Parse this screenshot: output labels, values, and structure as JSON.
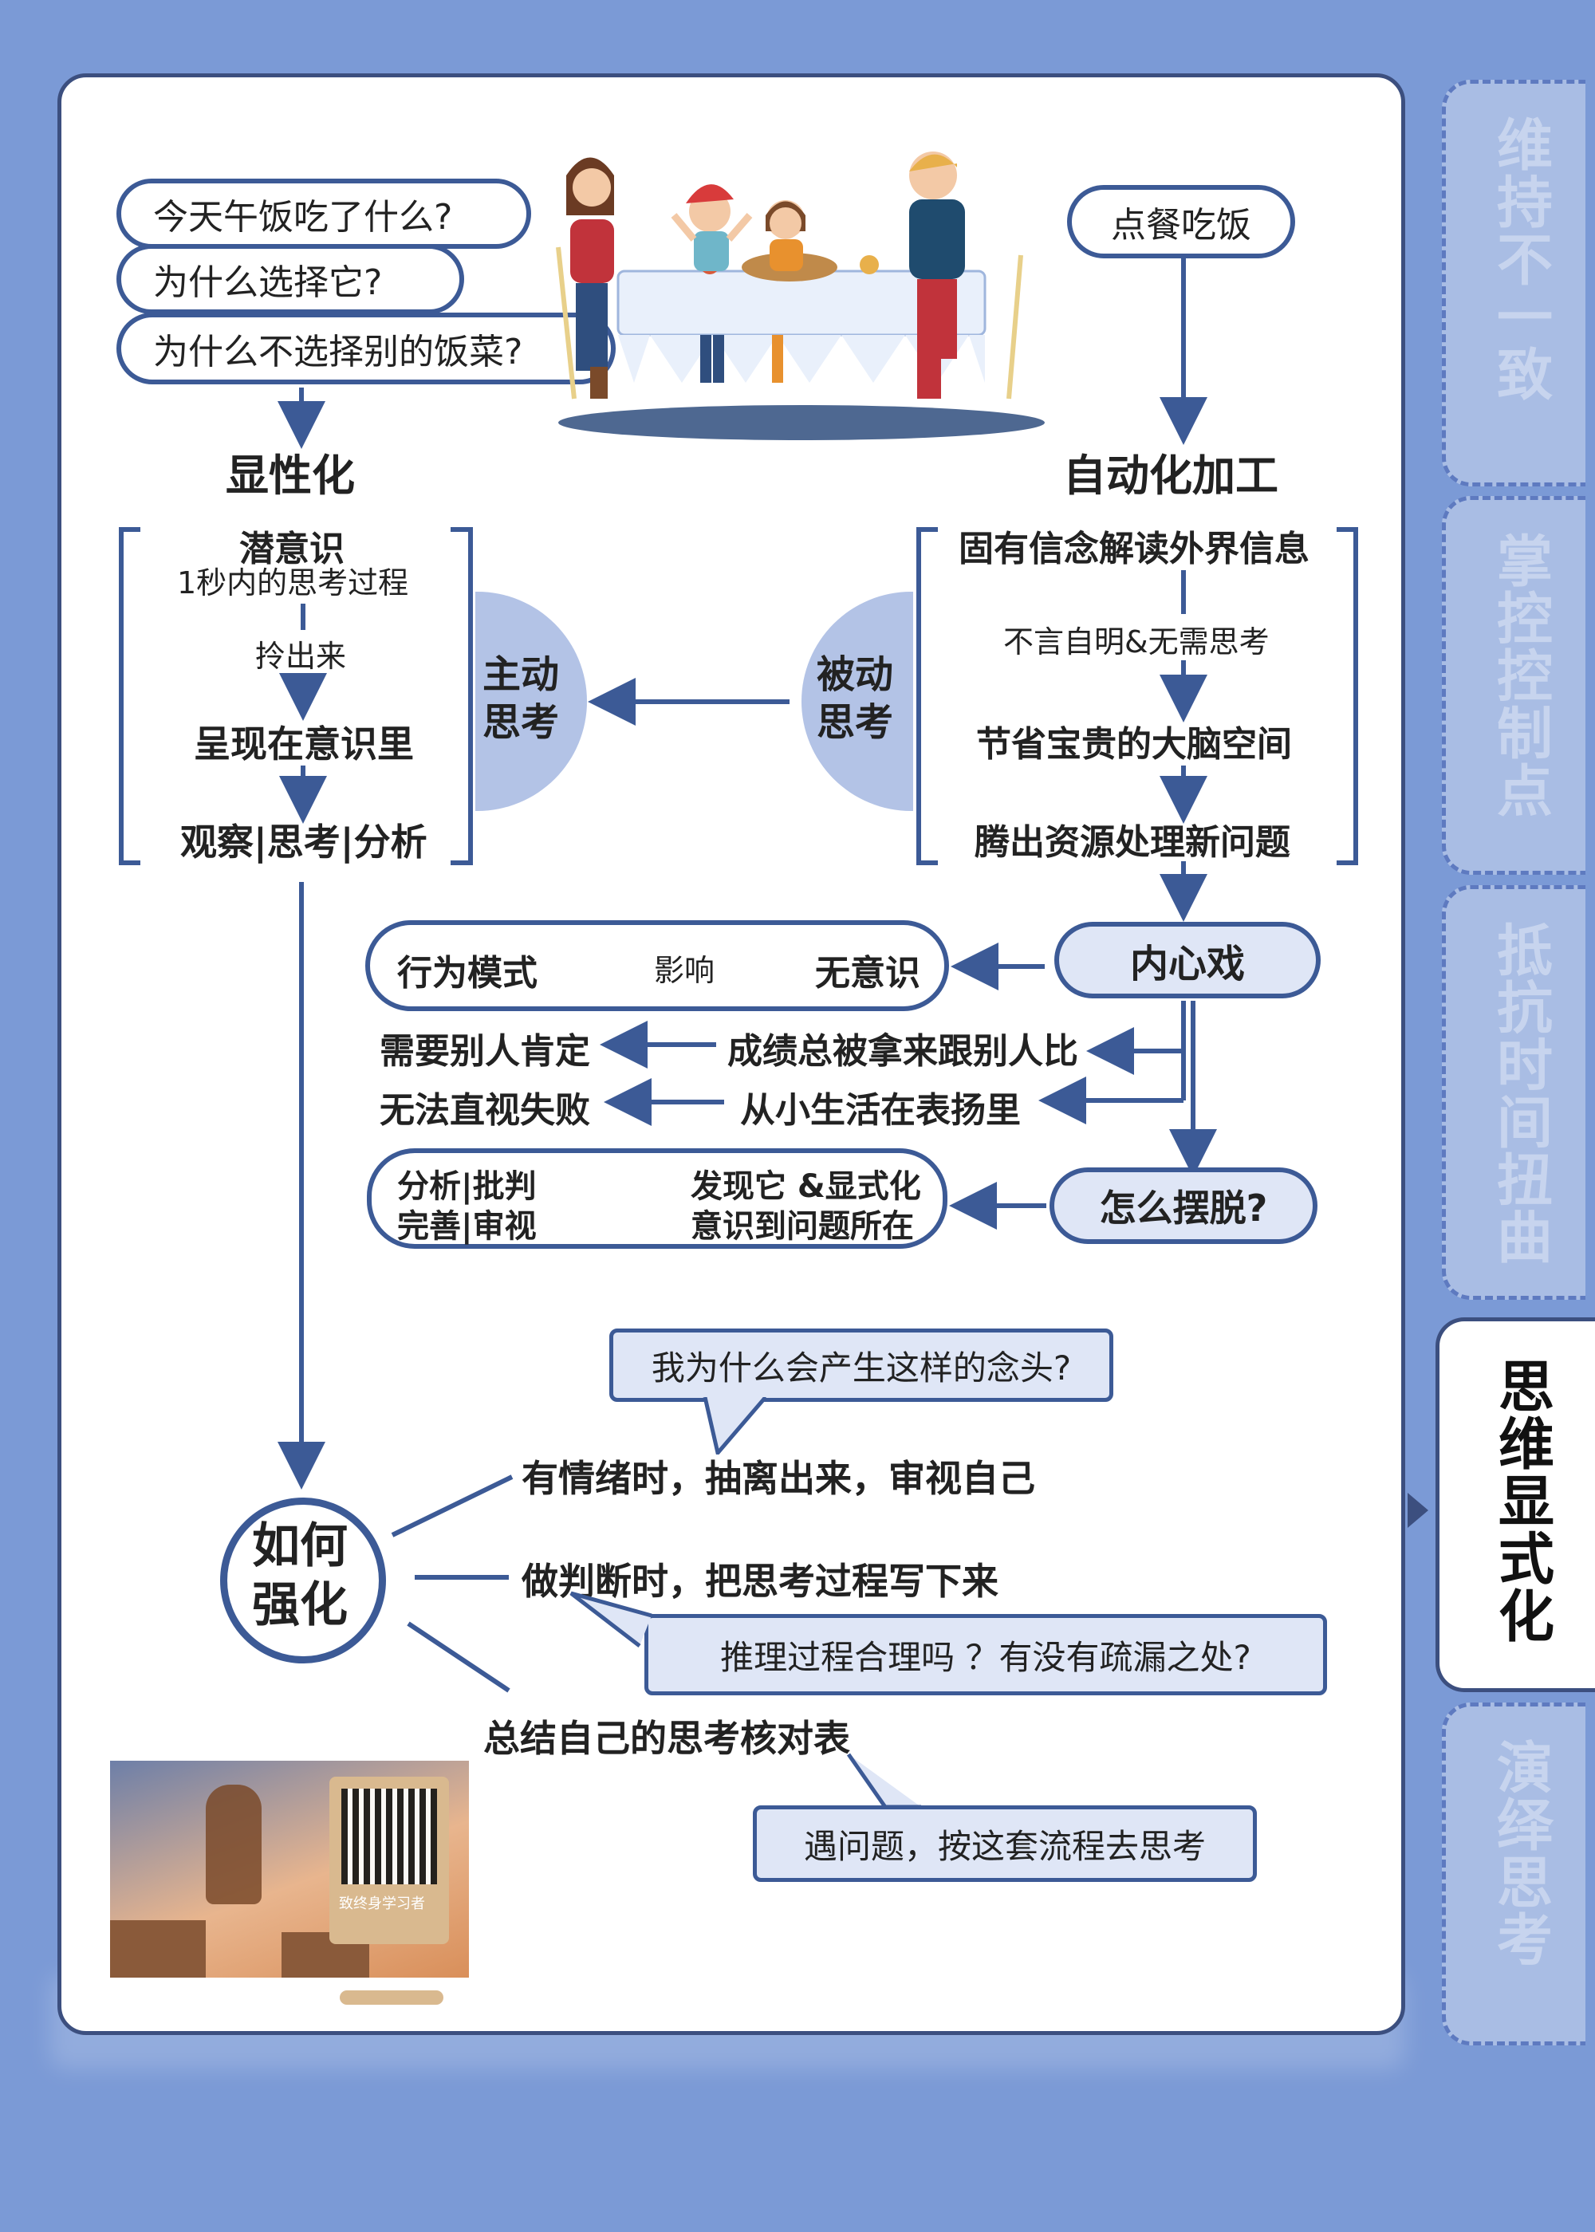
{
  "tabs": [
    {
      "label": "维持不一致",
      "active": false
    },
    {
      "label": "掌控控制点",
      "active": false
    },
    {
      "label": "抵抗时间扭曲",
      "active": false
    },
    {
      "label": "思维显式化",
      "active": true
    },
    {
      "label": "演绎思考",
      "active": false
    }
  ],
  "questions": [
    "今天午饭吃了什么?",
    "为什么选择它?",
    "为什么不选择别的饭菜?"
  ],
  "order_food": "点餐吃饭",
  "left_title": "显性化",
  "right_title": "自动化加工",
  "left_box": {
    "subconscious": "潜意识",
    "within_1s": "1秒内的思考过程",
    "pull_out": "拎出来",
    "present": "呈现在意识里",
    "observe": "观察|思考|分析"
  },
  "active_thinking": "主动\n思考",
  "passive_thinking": "被动\n思考",
  "right_box": {
    "belief": "固有信念解读外界信息",
    "self_evident": "不言自明&无需思考",
    "save_brain": "节省宝贵的大脑空间",
    "free_resources": "腾出资源处理新问题"
  },
  "inner_drama": "内心戏",
  "behavior_pattern": "行为模式",
  "influence": "影响",
  "unconscious": "无意识",
  "need_approval": "需要别人肯定",
  "compared": "成绩总被拿来跟别人比",
  "cant_face_failure": "无法直视失败",
  "grew_up_praise": "从小生活在表扬里",
  "analyze_criticize": "分析|批判",
  "improve_review": "完善|审视",
  "discover": "发现它 &显式化",
  "aware_problem": "意识到问题所在",
  "how_escape": "怎么摆脱?",
  "how_strengthen": "如何\n强化",
  "branch_1": "有情绪时，抽离出来，审视自己",
  "branch_2": "做判断时，把思考过程写下来",
  "branch_3": "总结自己的思考核对表",
  "bubble_1": "我为什么会产生这样的念头?",
  "bubble_2": "推理过程合理吗 ？有没有疏漏之处?",
  "bubble_3": "遇问题，按这套流程去思考",
  "qr_caption": "致终身学习者",
  "colors": {
    "background": "#7b9ad6",
    "line": "#3c5a96",
    "fill": "#dfe6f6",
    "accent_half_circle": "#b3c3e6"
  }
}
